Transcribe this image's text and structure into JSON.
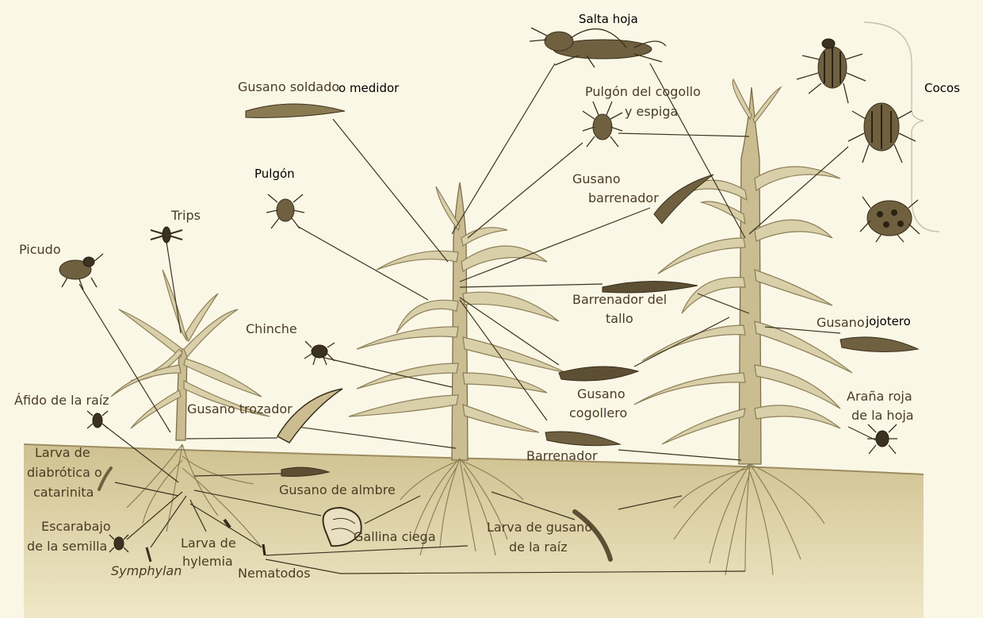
{
  "labels": {
    "salta_hoja": "Salta hoja",
    "gusano_soldado": "Gusano soldado",
    "o_medidor": "o medidor",
    "pulgon_cogollo_1": "Pulgón del cogollo",
    "pulgon_cogollo_2": "y espiga",
    "cocos": "Cocos",
    "pulgon": "Pulgón",
    "gusano_barrenador_1": "Gusano",
    "gusano_barrenador_2": "barrenador",
    "trips": "Trips",
    "picudo": "Picudo",
    "barrenador_tallo_1": "Barrenador del",
    "barrenador_tallo_2": "tallo",
    "chinche": "Chinche",
    "gusano_jojotero_1": "Gusano",
    "gusano_jojotero_2": "jojotero",
    "afido_raiz": "Áfido de la raíz",
    "gusano_trozador": "Gusano trozador",
    "gusano_cogollero_1": "Gusano",
    "gusano_cogollero_2": "cogollero",
    "arana_roja_1": "Araña roja",
    "arana_roja_2": "de la hoja",
    "barrenador": "Barrenador",
    "larva_diabrotica_1": "Larva de",
    "larva_diabrotica_2": "diabrótica o",
    "larva_diabrotica_3": "catarinita",
    "gusano_alambre": "Gusano de almbre",
    "gallina_ciega": "Gallina ciega",
    "larva_gusano_raiz_1": "Larva de gusano",
    "larva_gusano_raiz_2": "de la raíz",
    "escarabajo_1": "Escarabajo",
    "escarabajo_2": "de la semilla",
    "larva_hylemia_1": "Larva de",
    "larva_hylemia_2": "hylemia",
    "symphylan": "Symphylan",
    "nematodos": "Nematodos"
  },
  "colors": {
    "background": "#fbf7e6",
    "soil": "#c9bb8c",
    "plant": "#d9cfa9",
    "insect": "#6f6040",
    "line": "#3e3320"
  }
}
